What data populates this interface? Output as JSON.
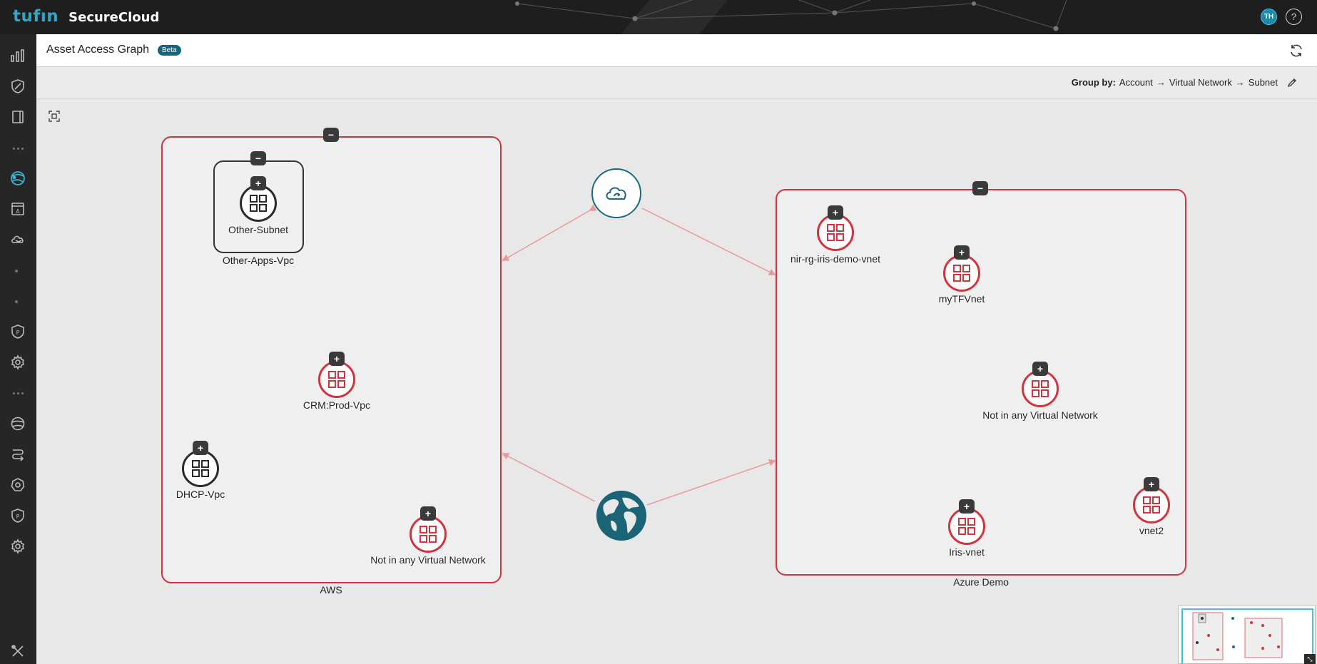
{
  "app": {
    "logo": "tufın",
    "product": "SecureCloud",
    "avatar_initials": "TH",
    "help": "?"
  },
  "header": {
    "title": "Asset Access Graph",
    "badge": "Beta"
  },
  "groupby": {
    "label": "Group by:",
    "levels": [
      "Account",
      "Virtual Network",
      "Subnet"
    ]
  },
  "graph": {
    "groups": {
      "aws": {
        "label": "AWS"
      },
      "azure": {
        "label": "Azure Demo"
      }
    },
    "subgroup": {
      "label": "Other-Apps-Vpc"
    },
    "nodes": {
      "other_subnet": "Other-Subnet",
      "crm_prod_vpc": "CRM:Prod-Vpc",
      "dhcp_vpc": "DHCP-Vpc",
      "aws_not_in_vnet": "Not in any Virtual Network",
      "nir_rg": "nir-rg-iris-demo-vnet",
      "mytfvnet": "myTFVnet",
      "azure_not_in_vnet": "Not in any Virtual Network",
      "iris_vnet": "Iris-vnet",
      "vnet2": "vnet2"
    },
    "collapse_symbol": "−",
    "expand_symbol": "+"
  },
  "icons": {
    "cloud": "cloud-sync-icon",
    "globe": "globe-icon",
    "network": "grid-network-icon"
  },
  "colors": {
    "brand": "#2ea7c9",
    "group_border": "#d2333c",
    "edge": "#e89a9a",
    "badge": "#15657e"
  }
}
